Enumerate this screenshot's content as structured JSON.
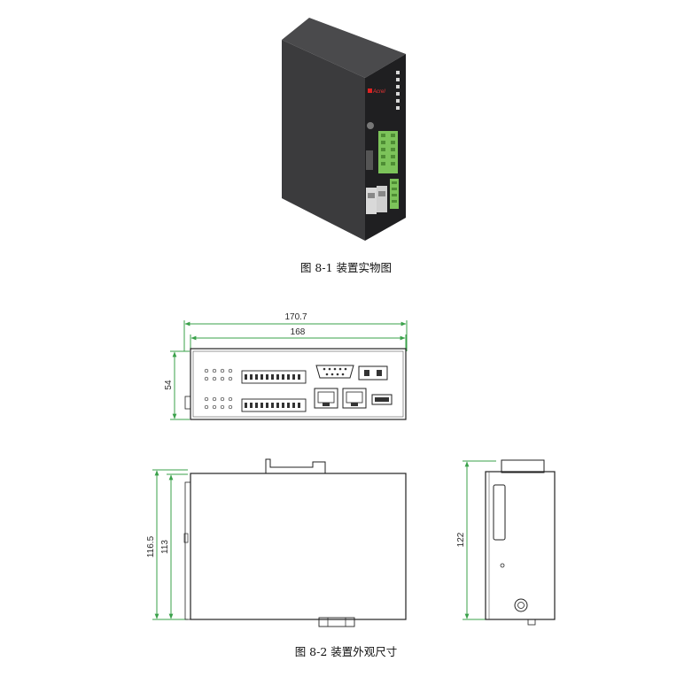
{
  "figure1": {
    "caption": "图 8-1 装置实物图",
    "device_brand": "Acrel"
  },
  "figure2": {
    "caption": "图 8-2 装置外观尺寸",
    "dimensions": {
      "overall_width": "170.7",
      "body_width": "168",
      "front_height": "54",
      "total_height": "116.5",
      "body_height": "113",
      "side_height": "122"
    },
    "colors": {
      "dimension_line": "#3aa14a",
      "outline": "#222222",
      "device_body": "#3b3b3d",
      "terminal_green": "#7cc35a"
    }
  }
}
